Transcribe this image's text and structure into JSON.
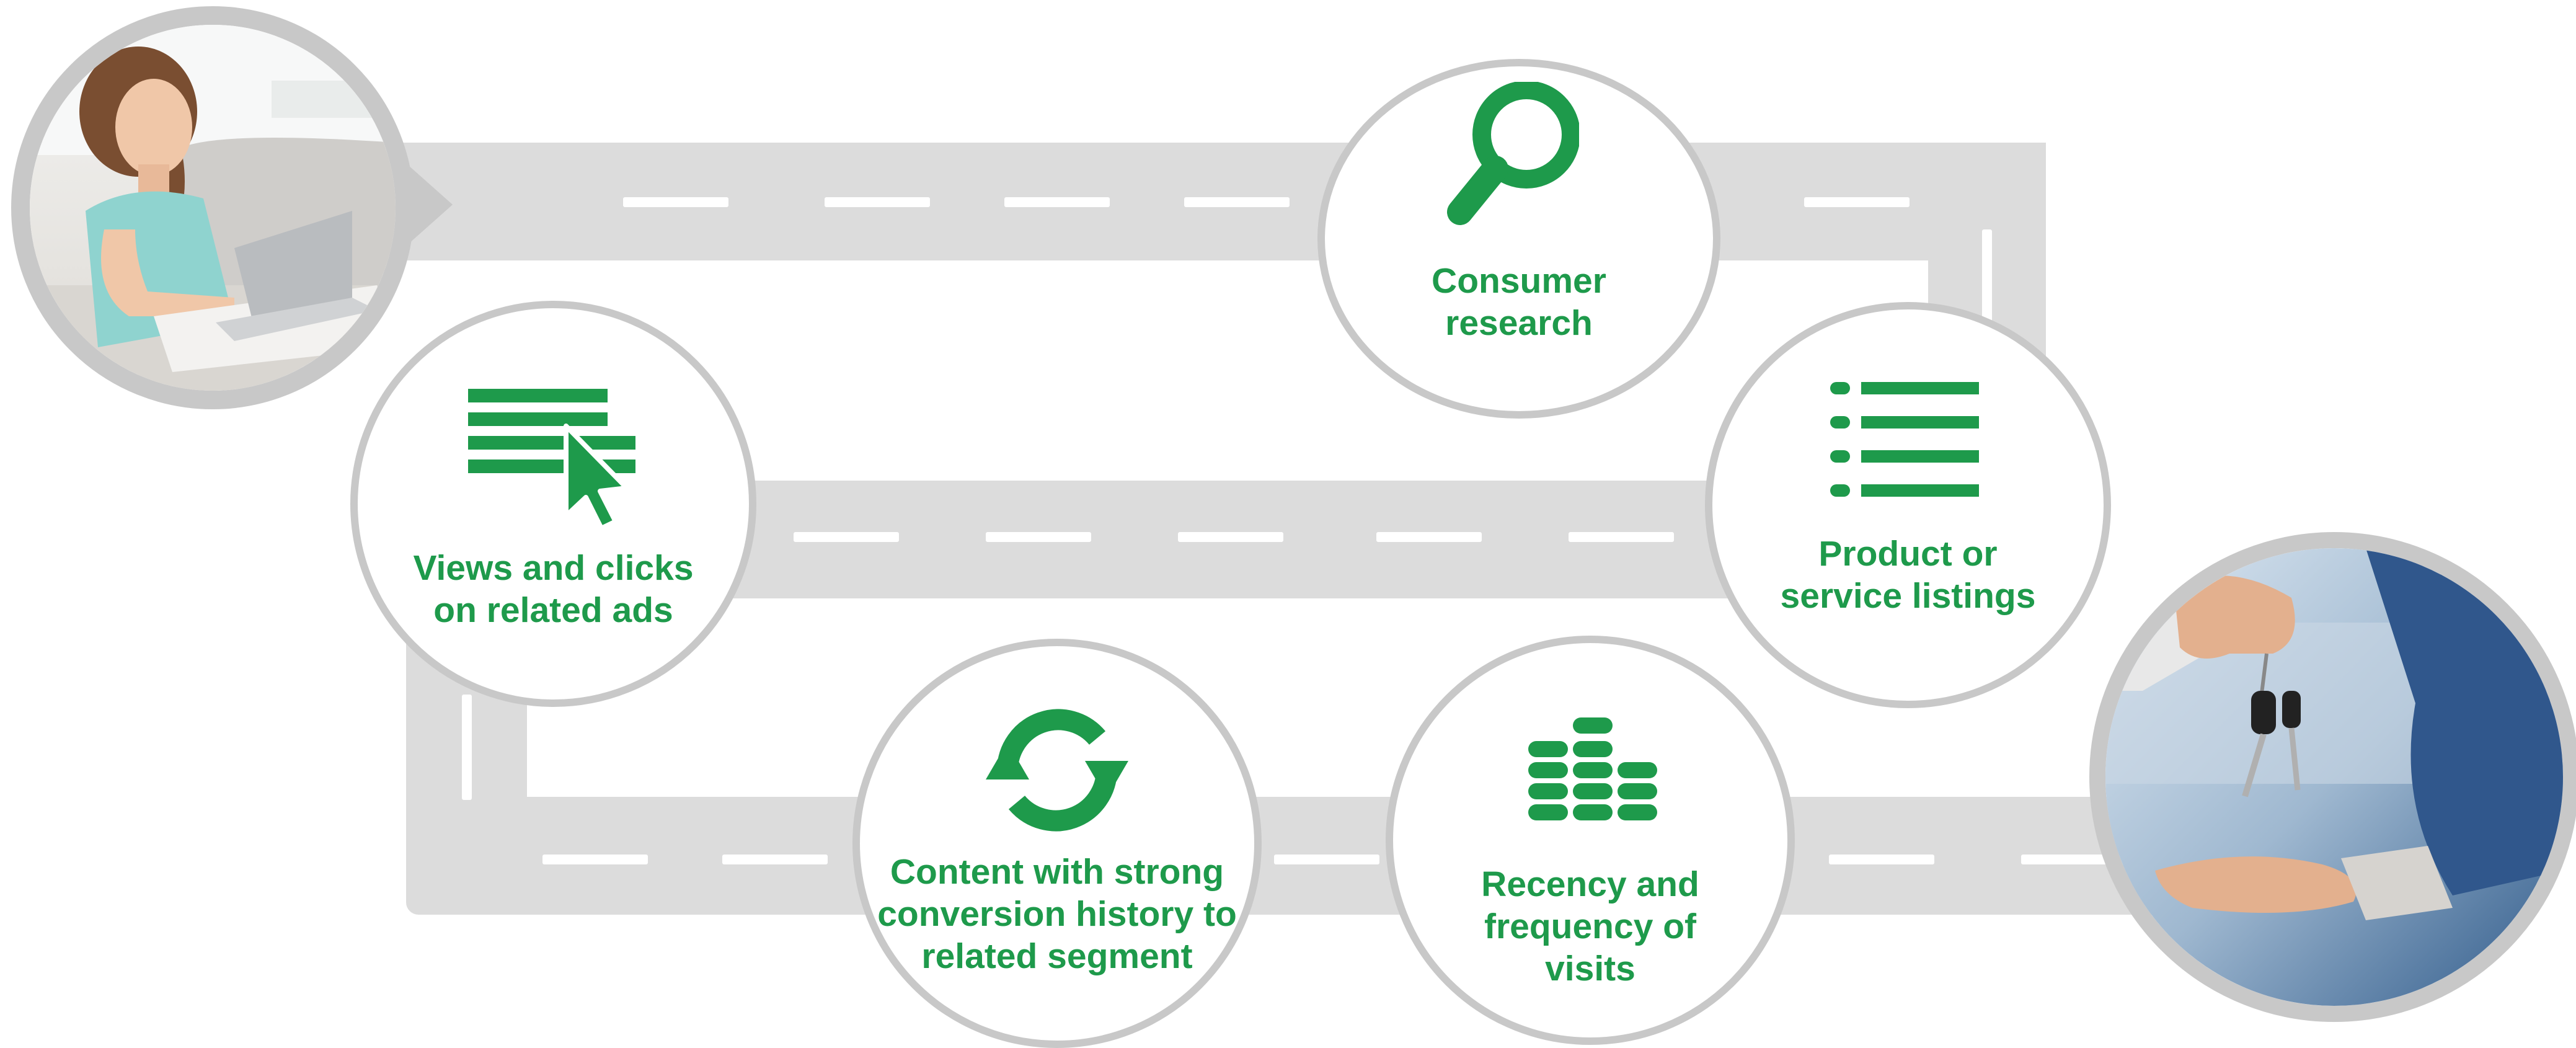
{
  "colors": {
    "accent": "#1e9a4b",
    "road": "#dcdcdc",
    "road_dash": "#ffffff",
    "node_border": "#c8c8c8"
  },
  "nodes": [
    {
      "id": "consumer-research",
      "icon": "magnifier-icon",
      "label": "Consumer\nresearch"
    },
    {
      "id": "product-listings",
      "icon": "list-icon",
      "label": "Product or\nservice listings"
    },
    {
      "id": "views-clicks",
      "icon": "ad-click-icon",
      "label": "Views and clicks\non related ads"
    },
    {
      "id": "content-conversion",
      "icon": "refresh-arrows-icon",
      "label": "Content with strong\nconversion history to\nrelated segment"
    },
    {
      "id": "recency-frequency",
      "icon": "stacked-bars-icon",
      "label": "Recency and\nfrequency of\nvisits"
    }
  ],
  "photos": {
    "start": "woman-on-laptop-photo",
    "end": "car-keys-handover-photo"
  }
}
